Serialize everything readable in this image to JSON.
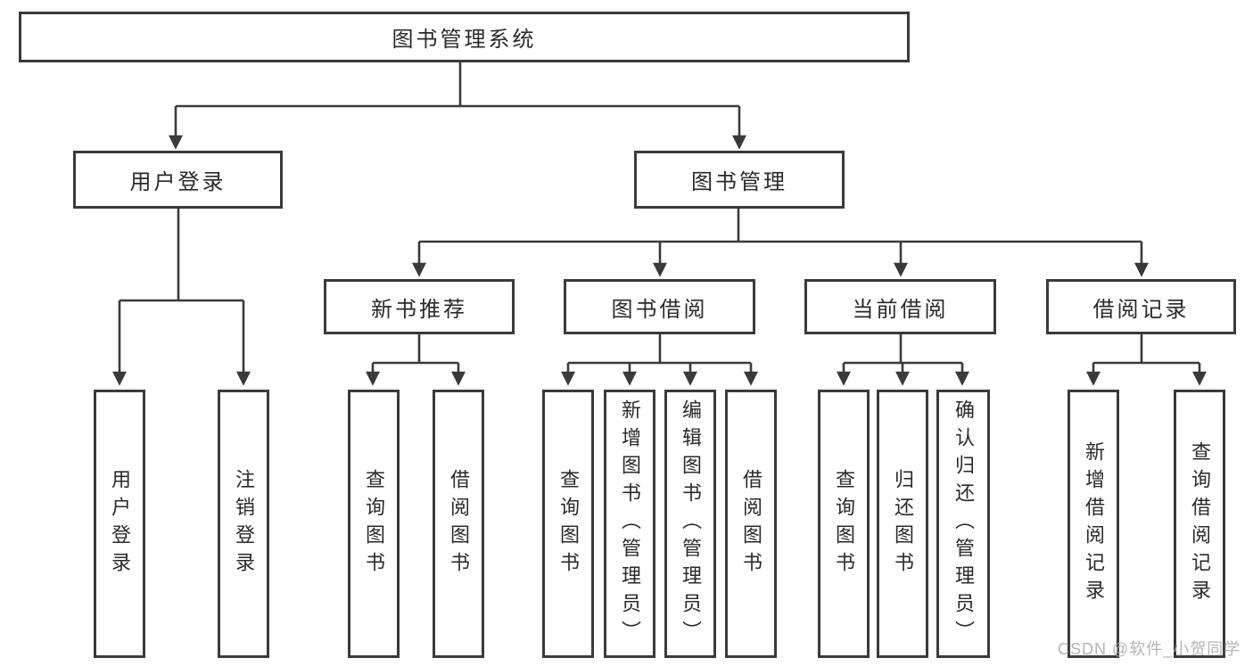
{
  "diagram": {
    "root": {
      "label": "图书管理系统"
    },
    "branches": [
      {
        "label": "用户登录",
        "children": [
          {
            "label": "用户登录"
          },
          {
            "label": "注销登录"
          }
        ]
      },
      {
        "label": "图书管理",
        "modules": [
          {
            "label": "新书推荐",
            "children": [
              {
                "label": "查询图书"
              },
              {
                "label": "借阅图书"
              }
            ]
          },
          {
            "label": "图书借阅",
            "children": [
              {
                "label": "查询图书"
              },
              {
                "label": "新增图书（管理员）"
              },
              {
                "label": "编辑图书（管理员）"
              },
              {
                "label": "借阅图书"
              }
            ]
          },
          {
            "label": "当前借阅",
            "children": [
              {
                "label": "查询图书"
              },
              {
                "label": "归还图书"
              },
              {
                "label": "确认归还（管理员）"
              }
            ]
          },
          {
            "label": "借阅记录",
            "children": [
              {
                "label": "新增借阅记录"
              },
              {
                "label": "查询借阅记录"
              }
            ]
          }
        ]
      }
    ],
    "colors": {
      "line": "#3a3a3a",
      "border": "#3a3a3a",
      "text": "#2a2a2a",
      "background": "#ffffff"
    }
  },
  "watermark": {
    "text": "CSDN @软件_小贺同学",
    "color": "#a8a8a8"
  }
}
